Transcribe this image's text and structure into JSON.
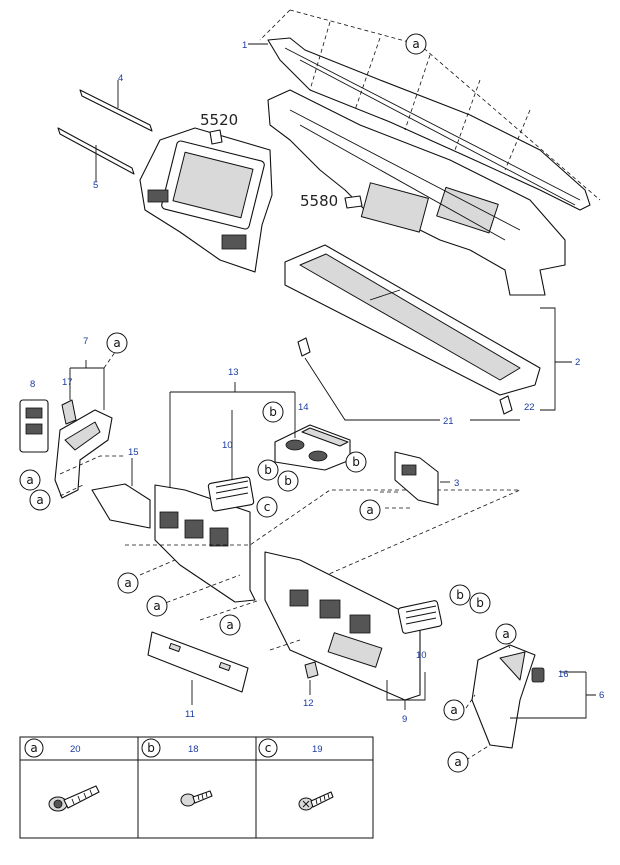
{
  "callouts": {
    "p1": "1",
    "p2": "2",
    "p3": "3",
    "p4": "4",
    "p5": "5",
    "p6": "6",
    "p7": "7",
    "p8": "8",
    "p9": "9",
    "p10a": "10",
    "p10b": "10",
    "p11": "11",
    "p12": "12",
    "p13": "13",
    "p14": "14",
    "p15": "15",
    "p16": "16",
    "p17": "17",
    "p21": "21",
    "p22": "22",
    "p5520": "5520",
    "p5580": "5580"
  },
  "fastener_letters": {
    "a": "a",
    "b": "b",
    "c": "c"
  },
  "legend": {
    "cells": [
      {
        "letter": "a",
        "part_no": "20",
        "icon": "flange-bolt-icon"
      },
      {
        "letter": "b",
        "part_no": "18",
        "icon": "tapping-screw-icon"
      },
      {
        "letter": "c",
        "part_no": "19",
        "icon": "screw-icon"
      }
    ]
  },
  "colors": {
    "callout_number": "#1a3aa0",
    "line_art": "#111111",
    "background": "#ffffff"
  }
}
